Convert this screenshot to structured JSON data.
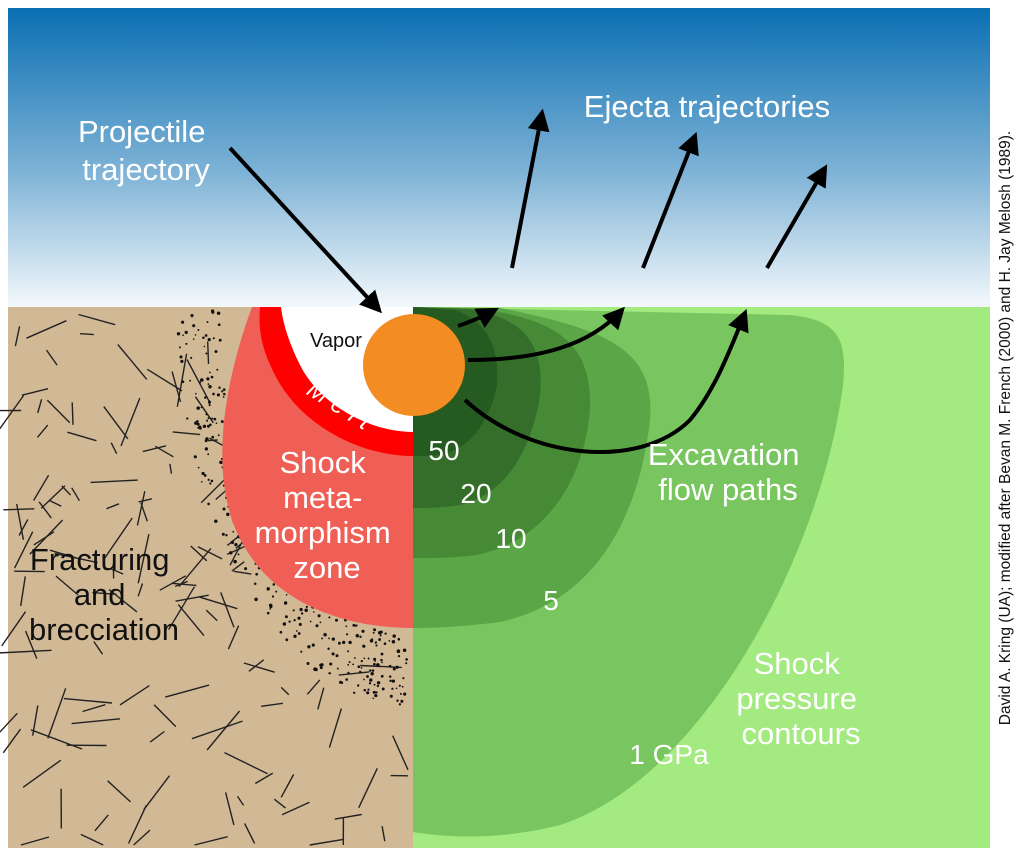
{
  "labels": {
    "projectile_line1": "Projectile",
    "projectile_line2": "trajectory",
    "ejecta": "Ejecta trajectories",
    "vapor": "Vapor",
    "melt": "Melt",
    "shock_zone_line1": "Shock",
    "shock_zone_line2": "meta-",
    "shock_zone_line3": "morphism",
    "shock_zone_line4": "zone",
    "fracturing_line1": "Fracturing",
    "fracturing_line2": "and",
    "fracturing_line3": "brecciation",
    "excavation_line1": "Excavation",
    "excavation_line2": "flow paths",
    "contours_line1": "Shock",
    "contours_line2": "pressure",
    "contours_line3": "contours"
  },
  "pressure_contours": [
    "50",
    "20",
    "10",
    "5",
    "1 GPa"
  ],
  "credit": "David A. Kring (UA); modified after Bevan M. French (2000) and H. Jay Melosh (1989).",
  "colors": {
    "sky_top": "#0a6fb3",
    "sky_bottom": "#f4f9fc",
    "rock": "#d2b996",
    "ground_green": "#a3ea80",
    "contour_1": "#79c560",
    "contour_5": "#5ba646",
    "contour_10": "#468a36",
    "contour_20": "#356e2a",
    "contour_50": "#255a20",
    "shock_zone": "#ef5f55",
    "melt": "#ff0000",
    "projectile": "#f28c23"
  }
}
